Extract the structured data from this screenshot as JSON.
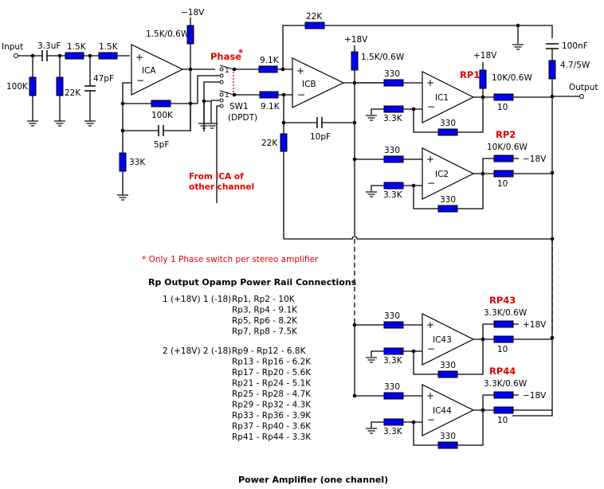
{
  "title": "Power Amplifier (one channel)",
  "labels": {
    "input": "Input",
    "output": "Output",
    "cap_in": "3.3uF",
    "r_in_100k": "100K",
    "r_22k_in": "22K",
    "r_15k_a": "1.5K",
    "r_15k_b": "1.5K",
    "cap_47p": "47pF",
    "ica": "ICA",
    "neg18_top": "−18V",
    "r_ica_pull": "1.5K/0.6W",
    "r_ica_fb": "100K",
    "cap_5p": "5pF",
    "r_33k": "33K",
    "phase": "Phase",
    "phase_star": "*",
    "sw_pos1a": "1",
    "sw_pos1b": "1",
    "sw1": "SW1",
    "dpdt": "(DPDT)",
    "from_ica_1": "From ICA of",
    "from_ica_2": "other channel",
    "r_91k_a": "9.1K",
    "r_91k_b": "9.1K",
    "r_22k_fb": "22K",
    "icb": "ICB",
    "pos18_icb": "+18V",
    "r_icb_pull": "1.5K/0.6W",
    "cap_10p": "10pF",
    "r_22k_icb": "22K",
    "cap_100n": "100nF",
    "r_zobel": "4.7/5W",
    "note": "* Only 1 Phase switch per stereo amplifier"
  },
  "stages": [
    {
      "ic": "IC1",
      "rp": "RP1",
      "rp_value": "10K/0.6W",
      "rail": "+18V",
      "r_in": "330",
      "r_gnd": "3.3K",
      "r_fb": "330",
      "r_out": "10"
    },
    {
      "ic": "IC2",
      "rp": "RP2",
      "rp_value": "10K/0.6W",
      "rail": "−18V",
      "r_in": "330",
      "r_gnd": "3.3K",
      "r_fb": "330",
      "r_out": "10"
    },
    {
      "ic": "IC43",
      "rp": "RP43",
      "rp_value": "3.3K/0.6W",
      "rail": "+18V",
      "r_in": "330",
      "r_gnd": "3.3K",
      "r_fb": "330",
      "r_out": "10"
    },
    {
      "ic": "IC44",
      "rp": "RP44",
      "rp_value": "3.3K/0.6W",
      "rail": "−18V",
      "r_in": "330",
      "r_gnd": "3.3K",
      "r_fb": "330",
      "r_out": "10"
    }
  ],
  "table": {
    "heading": "Rp Output Opamp Power Rail Connections",
    "group1_label": "1 (+18V) 1 (-18)",
    "group1": [
      "Rp1, Rp2  -  10K",
      "Rp3, Rp4  -  9.1K",
      "Rp5, Rp6  -  8.2K",
      "Rp7, Rp8  -  7.5K"
    ],
    "group2_label": "2 (+18V) 2 (-18)",
    "group2": [
      "Rp9 - Rp12  -  6.8K",
      "Rp13 - Rp16  -  6.2K",
      "Rp17 - Rp20  -  5.6K",
      "Rp21 - Rp24  -  5.1K",
      "Rp25 - Rp28  -  4.7K",
      "Rp29 - Rp32  -  4.3K",
      "Rp33 - Rp36  -  3.9K",
      "Rp37 - Rp40  -  3.6K",
      "Rp41 - Rp44  -  3.3K"
    ]
  }
}
